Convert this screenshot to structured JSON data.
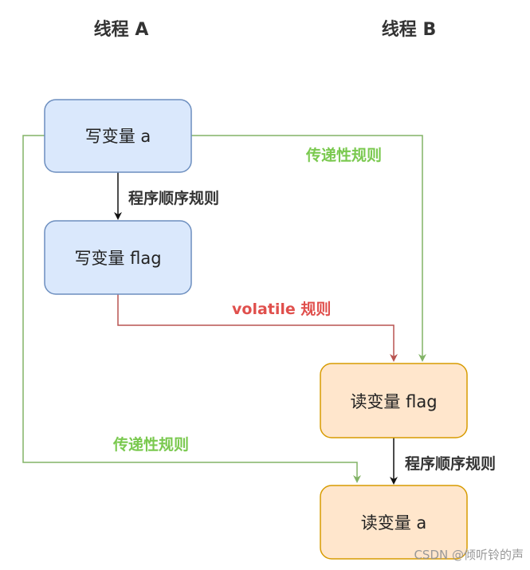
{
  "headers": {
    "thread_a": "线程 A",
    "thread_b": "线程 B"
  },
  "nodes": {
    "write_a": "写变量 a",
    "write_flag": "写变量 flag",
    "read_flag": "读变量 flag",
    "read_a": "读变量 a"
  },
  "labels": {
    "program_order_a": "程序顺序规则",
    "transitivity_top": "传递性规则",
    "volatile_rule": "volatile 规则",
    "transitivity_bottom": "传递性规则",
    "program_order_b": "程序顺序规则"
  },
  "watermark": "CSDN @倾听铃的声",
  "colors": {
    "blue_fill": "#dae8fc",
    "blue_stroke": "#6c8ebf",
    "orange_fill": "#ffe6cc",
    "orange_stroke": "#d79b00",
    "green": "#82b366",
    "green_text": "#7ac94f",
    "red": "#b85450",
    "red_text": "#e0504d",
    "black": "#111111",
    "label_dark": "#333333"
  }
}
